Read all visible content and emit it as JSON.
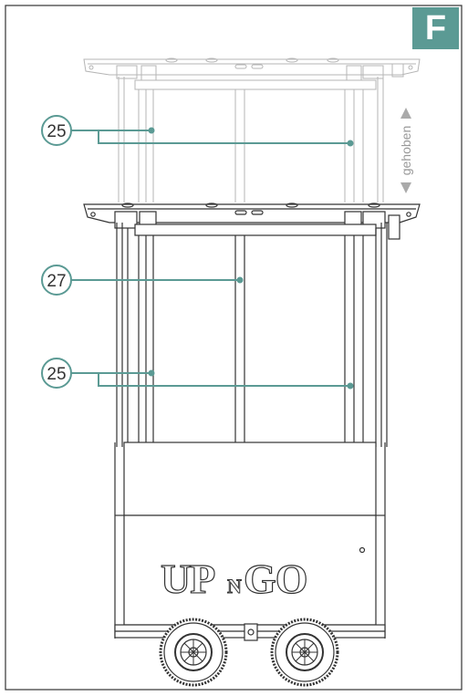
{
  "page": {
    "section_badge": "F",
    "direction_label": "gehoben",
    "brand_logo": {
      "part1": "UP",
      "part2": "N",
      "part3": "GO"
    }
  },
  "callouts": [
    {
      "id": "top-25",
      "label": "25"
    },
    {
      "id": "mid-27",
      "label": "27"
    },
    {
      "id": "low-25",
      "label": "25"
    }
  ],
  "colors": {
    "accent": "#5b9a94",
    "line_dark": "#333333",
    "line_light": "#b5b5b5"
  }
}
